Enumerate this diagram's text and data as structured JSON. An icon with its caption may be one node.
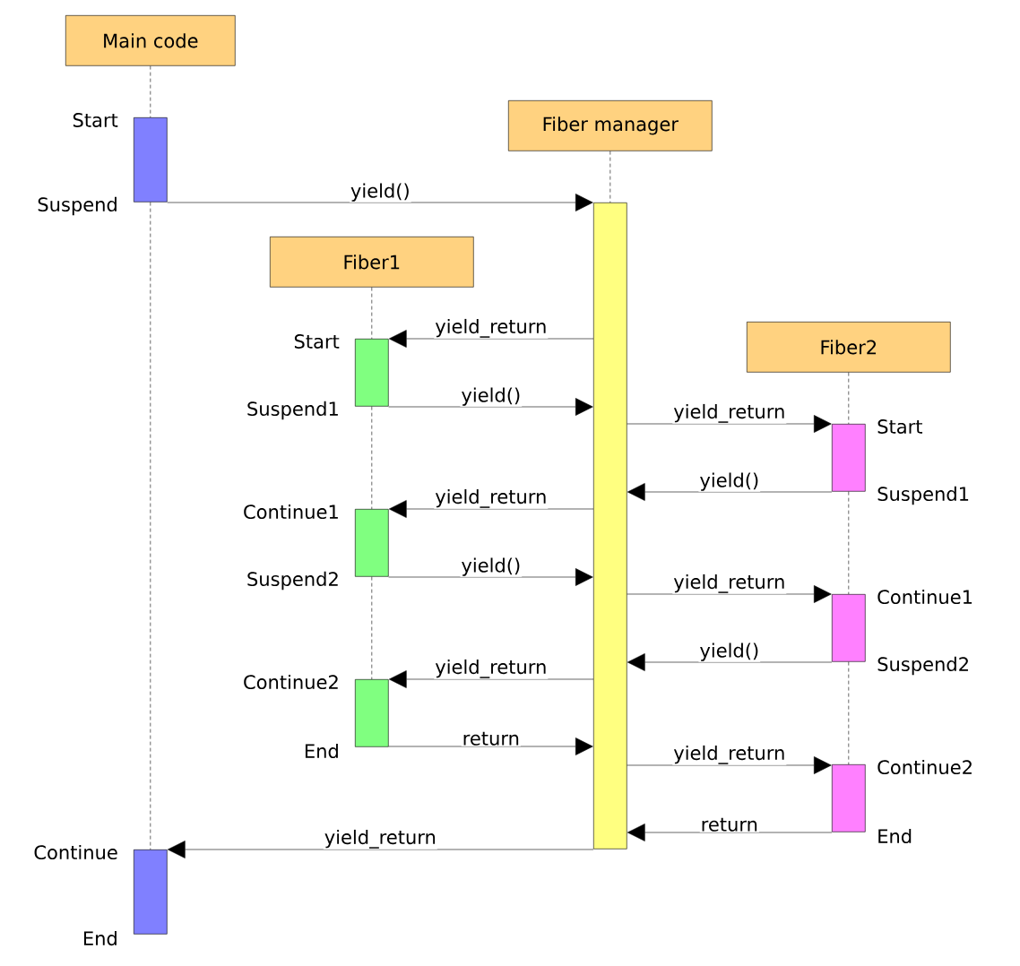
{
  "diagram": {
    "nodes": [
      {
        "text": [
          "Main code"
        ]
      },
      {
        "text": [
          "Fiber manager"
        ]
      },
      {
        "text": [],
        "shape": "bar",
        "beside": [
          "Start",
          "Suspend"
        ]
      },
      {
        "text": [],
        "shape": "bar"
      },
      {
        "text": [
          "Fiber1"
        ]
      },
      {
        "text": [
          "Fiber2"
        ]
      },
      {
        "text": [],
        "shape": "bar",
        "beside": [
          "Start",
          "Suspend1"
        ]
      },
      {
        "text": [],
        "shape": "bar",
        "beside": [
          "Start",
          "Suspend1"
        ]
      },
      {
        "text": [],
        "shape": "bar",
        "beside": [
          "Continue1",
          "Suspend2"
        ]
      },
      {
        "text": [],
        "shape": "bar",
        "beside": [
          "Continue1",
          "Suspend2"
        ]
      },
      {
        "text": [],
        "shape": "bar",
        "beside": [
          "Continue2",
          "End"
        ]
      },
      {
        "text": [],
        "shape": "bar",
        "beside": [
          "Continue2",
          "End"
        ]
      },
      {
        "text": [],
        "shape": "bar",
        "beside": [
          "Continue",
          "End"
        ]
      }
    ],
    "edges": [
      {
        "from": 2,
        "to": 3,
        "arrow": "to",
        "label": "yield()"
      },
      {
        "from": 3,
        "to": 6,
        "arrow": "to",
        "label": "yield_return"
      },
      {
        "from": 6,
        "to": 3,
        "arrow": "to",
        "label": "yield()"
      },
      {
        "from": 3,
        "to": 7,
        "arrow": "to",
        "label": "yield_return"
      },
      {
        "from": 7,
        "to": 3,
        "arrow": "to",
        "label": "yield()"
      },
      {
        "from": 3,
        "to": 8,
        "arrow": "to",
        "label": "yield_return"
      },
      {
        "from": 8,
        "to": 3,
        "arrow": "to",
        "label": "yield()"
      },
      {
        "from": 3,
        "to": 9,
        "arrow": "to",
        "label": "yield_return"
      },
      {
        "from": 9,
        "to": 3,
        "arrow": "to",
        "label": "yield()"
      },
      {
        "from": 3,
        "to": 10,
        "arrow": "to",
        "label": "yield_return"
      },
      {
        "from": 10,
        "to": 3,
        "arrow": "to",
        "label": "return"
      },
      {
        "from": 3,
        "to": 11,
        "arrow": "to",
        "label": "yield_return"
      },
      {
        "from": 11,
        "to": 3,
        "arrow": "to",
        "label": "return"
      },
      {
        "from": 3,
        "to": 12,
        "arrow": "to",
        "label": "yield_return"
      },
      {
        "from": 0,
        "to": 2,
        "arrow": "none",
        "style": "dashed"
      },
      {
        "from": 2,
        "to": 12,
        "arrow": "none",
        "style": "dashed"
      },
      {
        "from": 1,
        "to": 3,
        "arrow": "none",
        "style": "dashed"
      },
      {
        "from": 4,
        "to": 6,
        "arrow": "none",
        "style": "dashed"
      },
      {
        "from": 6,
        "to": 8,
        "arrow": "none",
        "style": "dashed"
      },
      {
        "from": 8,
        "to": 10,
        "arrow": "none",
        "style": "dashed"
      },
      {
        "from": 5,
        "to": 7,
        "arrow": "none",
        "style": "dashed"
      },
      {
        "from": 7,
        "to": 9,
        "arrow": "none",
        "style": "dashed"
      },
      {
        "from": 9,
        "to": 11,
        "arrow": "none",
        "style": "dashed"
      }
    ]
  }
}
